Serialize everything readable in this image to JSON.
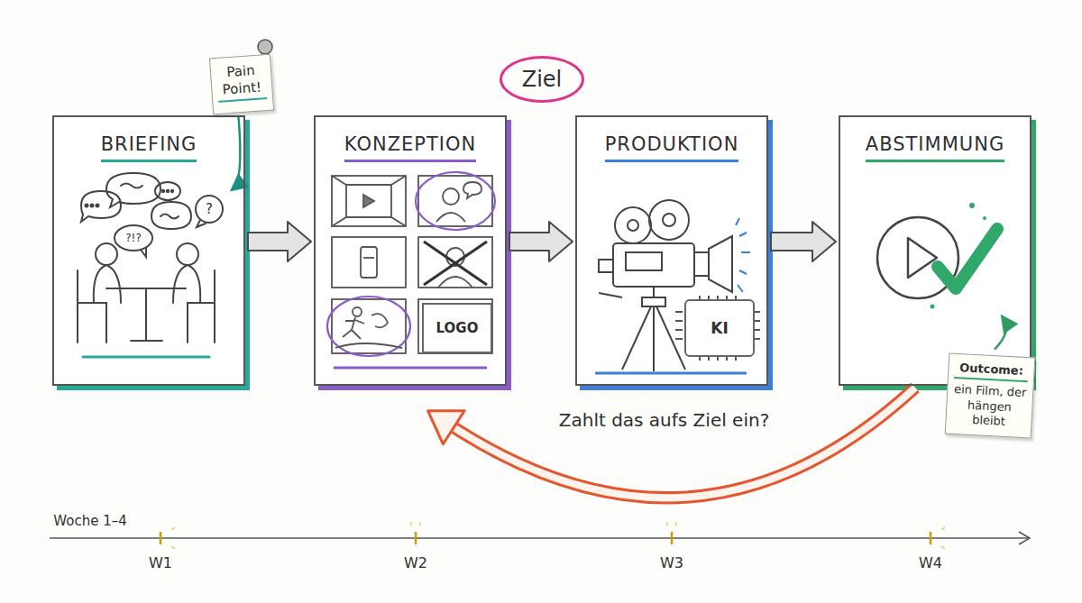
{
  "diagram": {
    "nodes": [
      {
        "text": [
          "Pain Point!"
        ]
      },
      {
        "text": [
          "Ziel"
        ]
      },
      {
        "text": [
          "BRIEFING"
        ]
      },
      {
        "text": [
          "KONZEPTION"
        ]
      },
      {
        "text": [
          "LOGO"
        ],
        "in": 3
      },
      {
        "text": [
          "PRODUKTION"
        ]
      },
      {
        "text": [
          "KI"
        ],
        "in": 5
      },
      {
        "text": [
          "ABSTIMMUNG"
        ]
      },
      {
        "text": [
          "Outcome:",
          "ein Film, der hängen bleibt"
        ]
      }
    ],
    "edges": [
      {
        "from": 0,
        "to": 2,
        "arrow": "to"
      },
      {
        "from": 2,
        "to": 3,
        "arrow": "to"
      },
      {
        "from": 3,
        "to": 5,
        "arrow": "to"
      },
      {
        "from": 5,
        "to": 7,
        "arrow": "to"
      },
      {
        "from": 7,
        "to": 3,
        "label": "Zahlt das aufs Ziel ein?",
        "arrow": "to"
      },
      {
        "from": 8,
        "to": 7,
        "arrow": "to"
      }
    ],
    "labels": [
      "Woche 1–4",
      "W1",
      "W2",
      "W3",
      "W4",
      "?",
      "?!?"
    ]
  }
}
